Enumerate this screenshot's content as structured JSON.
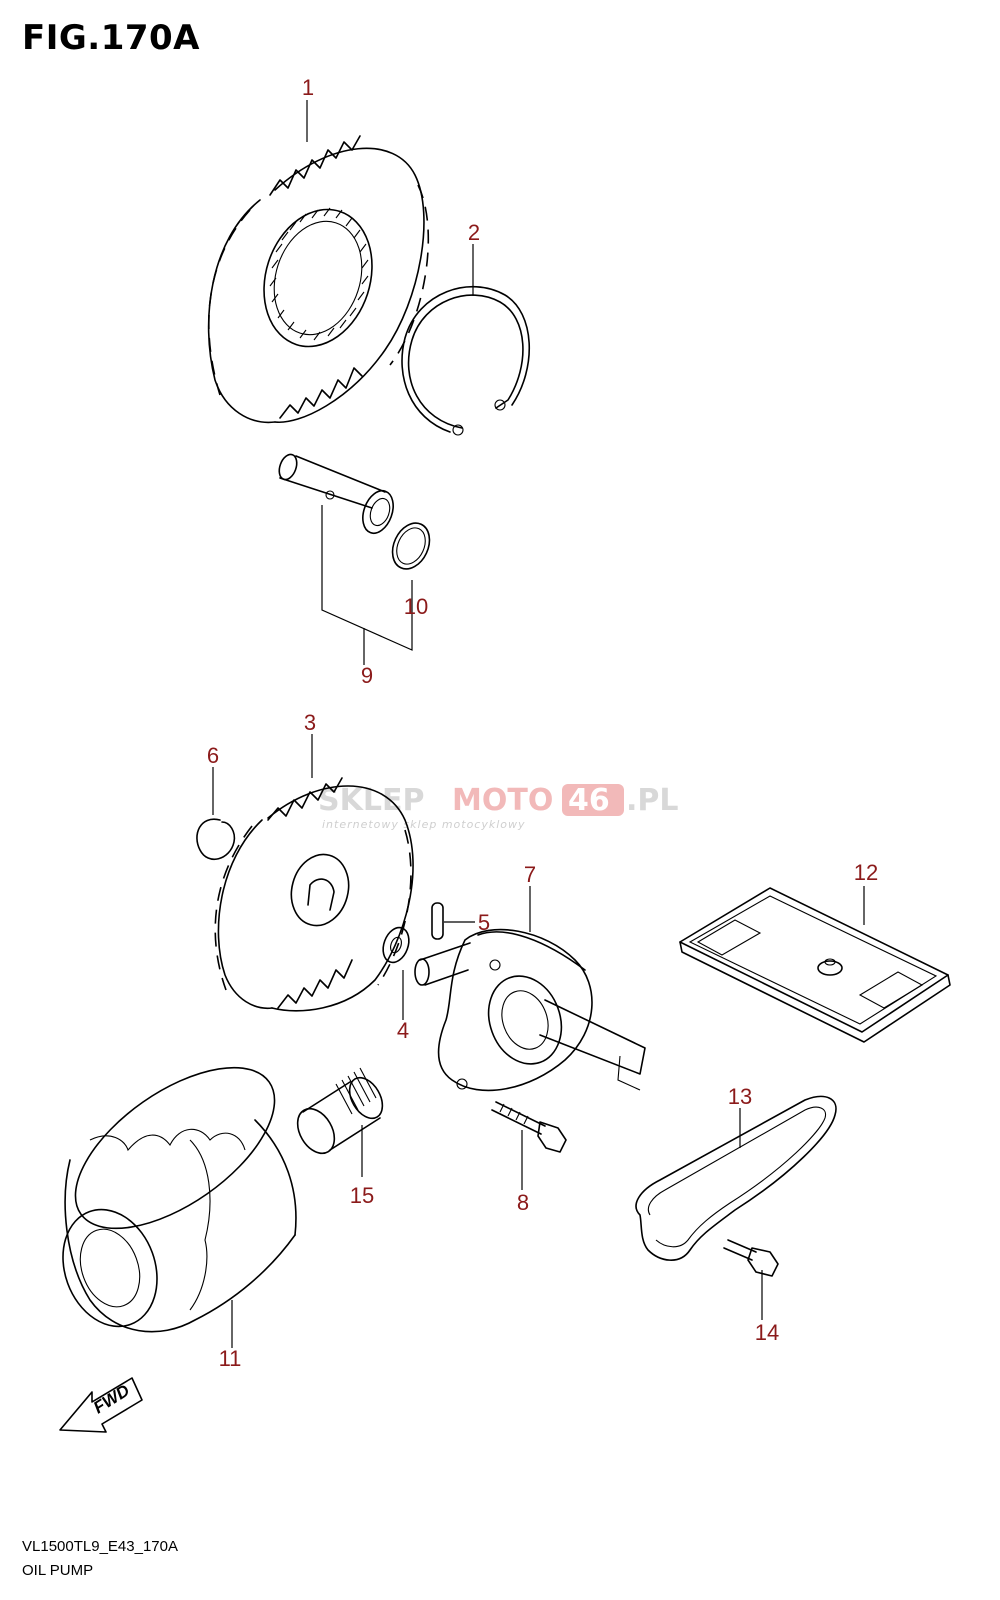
{
  "figure": {
    "title": "FIG.170A",
    "model_code": "VL1500TL9_E43_170A",
    "name": "OIL PUMP"
  },
  "watermark": {
    "part1": "SKLEP",
    "part2": "MOTO",
    "part3": "46",
    "part4": ".PL",
    "tagline": "internetowy sklep motocyklowy"
  },
  "callouts": [
    "1",
    "2",
    "3",
    "4",
    "5",
    "6",
    "7",
    "8",
    "9",
    "10",
    "11",
    "12",
    "13",
    "14",
    "15"
  ],
  "fwd_label": "FWD"
}
